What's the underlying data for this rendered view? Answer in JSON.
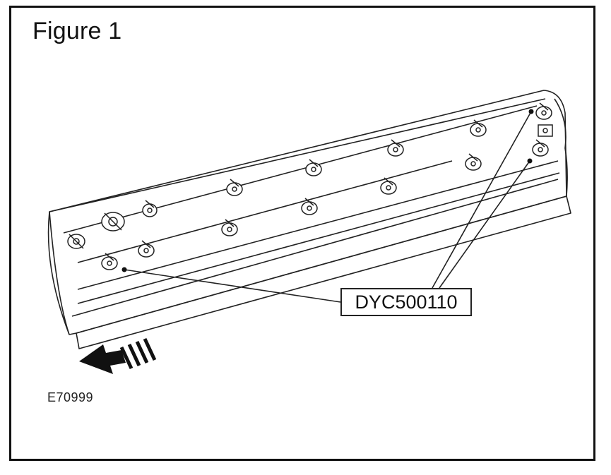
{
  "figure": {
    "title": "Figure 1",
    "callout_label": "DYC500110",
    "image_id": "E70999"
  },
  "colors": {
    "line": "#222222",
    "background": "#ffffff"
  }
}
